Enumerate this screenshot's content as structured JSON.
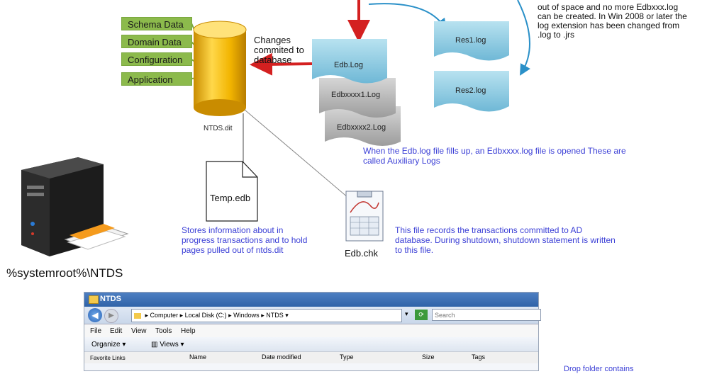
{
  "categories": [
    "Schema Data",
    "Domain Data",
    "Configuration",
    "Application"
  ],
  "database": {
    "label": "NTDS.dit"
  },
  "changes_label": "Changes commited to database",
  "logs": {
    "edb": "Edb.Log",
    "aux1": "Edbxxxx1.Log",
    "aux2": "Edbxxxx2.Log",
    "res1": "Res1.log",
    "res2": "Res2.log"
  },
  "top_note": "out of space and no more Edbxxx.log can be created. In Win 2008 or later the log extension has been changed from .log to .jrs",
  "aux_note": "When the Edb.log file fills up, an Edbxxxx.log file is opened These are called Auxiliary Logs",
  "temp": {
    "label": "Temp.edb",
    "note": "Stores information about in progress transactions and to hold pages pulled out of ntds.dit"
  },
  "chk": {
    "label": "Edb.chk",
    "note": "This file records the transactions committed to AD database. During shutdown, shutdown statement is written to this file."
  },
  "path_label": "%systemroot%\\NTDS",
  "explorer": {
    "title": "NTDS",
    "breadcrumb": [
      "Computer",
      "Local Disk (C:)",
      "Windows",
      "NTDS"
    ],
    "search_placeholder": "Search",
    "menu": [
      "File",
      "Edit",
      "View",
      "Tools",
      "Help"
    ],
    "toolbar": {
      "organize": "Organize",
      "views": "Views"
    },
    "nav_label": "Favorite Links",
    "columns": [
      "Name",
      "Date modified",
      "Type",
      "Size",
      "Tags"
    ]
  },
  "drop_note": "Drop folder contains",
  "colors": {
    "green": "#8cba4c",
    "db": "#f2b400",
    "arrow": "#d42020",
    "log_blue": "#8ecbe0",
    "log_gray": "#bcbcbc",
    "note_blue": "#3b3fd6"
  }
}
